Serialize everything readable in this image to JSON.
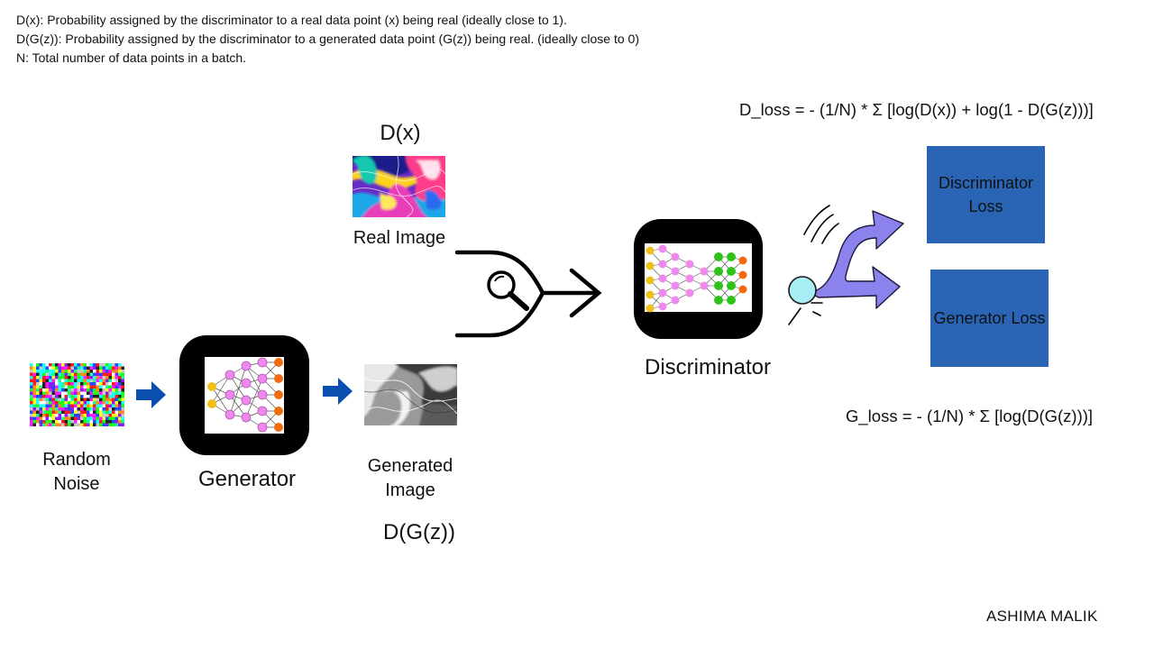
{
  "definitions": [
    "D(x): Probability assigned by the discriminator to a real data point (x) being real (ideally close to 1).",
    "D(G(z)): Probability assigned by the discriminator to a generated data point (G(z)) being real. (ideally close to 0)",
    "N: Total number of data points in a batch."
  ],
  "labels": {
    "dx": "D(x)",
    "real_image": "Real Image",
    "random_noise": "Random Noise",
    "generator": "Generator",
    "generated_image": "Generated Image",
    "dgz": "D(G(z))",
    "discriminator": "Discriminator"
  },
  "formulas": {
    "d_loss": "D_loss = - (1/N) * Σ [log(D(x)) + log(1 - D(G(z)))]",
    "g_loss": "G_loss = - (1/N) * Σ [log(D(G(z)))]"
  },
  "outputs": {
    "discriminator_loss": "Discriminator Loss",
    "generator_loss": "Generator Loss"
  },
  "author": "ASHIMA MALIK",
  "colors": {
    "loss_box": "#2a64b5",
    "small_arrow": "#0a4fb0",
    "split_arrow": "#8c82ee",
    "node_yellow": "#f0c018",
    "node_pink": "#ee88ee",
    "node_orange": "#f06c10",
    "node_green": "#2ec31c",
    "ball": "#a8ecf4"
  },
  "icons": [
    "arrow-right-icon",
    "magnifier-icon",
    "neural-network-icon",
    "split-arrow-icon"
  ]
}
